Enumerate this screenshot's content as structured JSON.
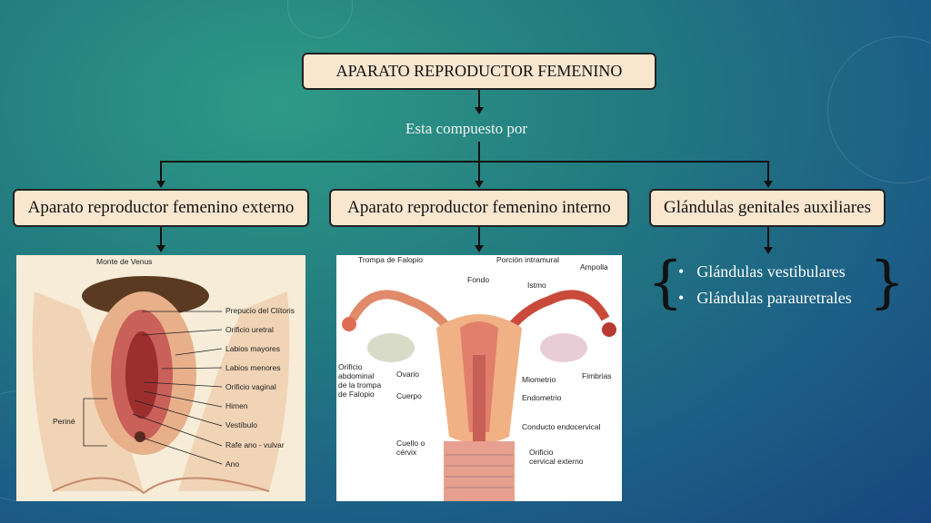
{
  "title": "APARATO REPRODUCTOR FEMENINO",
  "connector_text": "Esta compuesto por",
  "branches": [
    {
      "label": "Aparato reproductor femenino externo"
    },
    {
      "label": "Aparato reproductor femenino interno"
    },
    {
      "label": "Glándulas genitales auxiliares"
    }
  ],
  "glands": [
    "Glándulas vestibulares",
    "Glándulas parauretrales"
  ],
  "external_labels": {
    "top": "Monte de Venus",
    "side": "Periné",
    "items": [
      "Prepucio del Clítoris",
      "Orificio uretral",
      "Labios mayores",
      "Labios menores",
      "Orificio vaginal",
      "Himen",
      "Vestíbulo",
      "Rafe ano - vulvar",
      "Ano"
    ]
  },
  "internal_labels": {
    "trompa": "Trompa de Falopio",
    "porcion": "Porción intramural",
    "ampolla": "Ampolla",
    "fondo": "Fondo",
    "istmo": "Istmo",
    "orificio_abdominal": [
      "Orificio",
      "abdominal",
      "de la trompa",
      "de Falopio"
    ],
    "ovario": "Ovario",
    "cuerpo": "Cuerpo",
    "miometrio": "Miometrio",
    "endometrio": "Endometrio",
    "fimbrias": "Fimbrias",
    "conducto": "Conducto endocervical",
    "cuello": [
      "Cuello o",
      "cérvix"
    ],
    "orificio_cervical": [
      "Orificio",
      "cervical externo"
    ]
  }
}
